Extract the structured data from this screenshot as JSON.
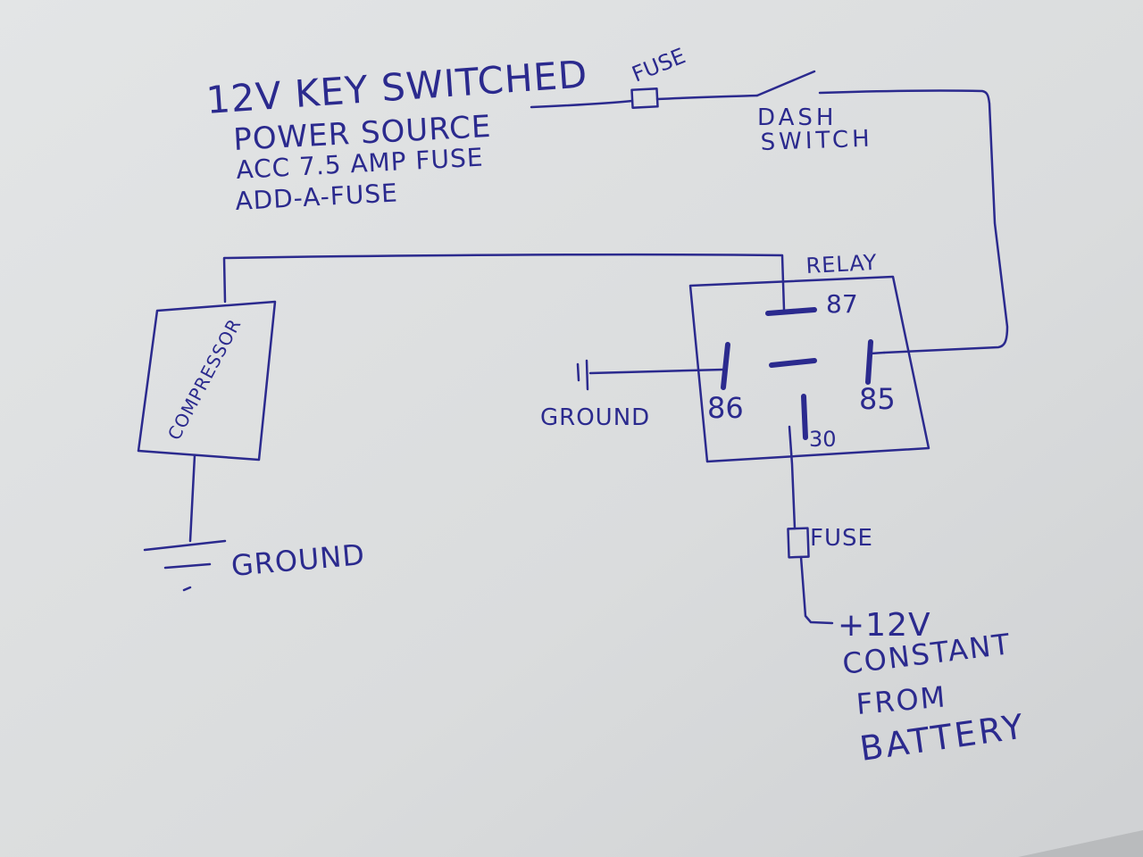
{
  "ink_color": "#2b2a8e",
  "paper_color": "#dcdedf",
  "labels": {
    "source_line1": "12V KEY SWITCHED",
    "source_line2": "POWER SOURCE",
    "source_line3": "ACC 7.5 AMP FUSE",
    "source_line4": "ADD-A-FUSE",
    "fuse_top": "FUSE",
    "dash_line1": "DASH",
    "dash_line2": "SWITCH",
    "relay": "RELAY",
    "pin_87": "87",
    "pin_86": "86",
    "pin_85": "85",
    "pin_30": "30",
    "ground_relay": "GROUND",
    "compressor": "COMPRESSOR",
    "ground_compressor": "GROUND",
    "fuse_bottom": "FUSE",
    "battery_line1": "+12V",
    "battery_line2": "CONSTANT",
    "battery_line3": "FROM",
    "battery_line4": "BATTERY"
  }
}
